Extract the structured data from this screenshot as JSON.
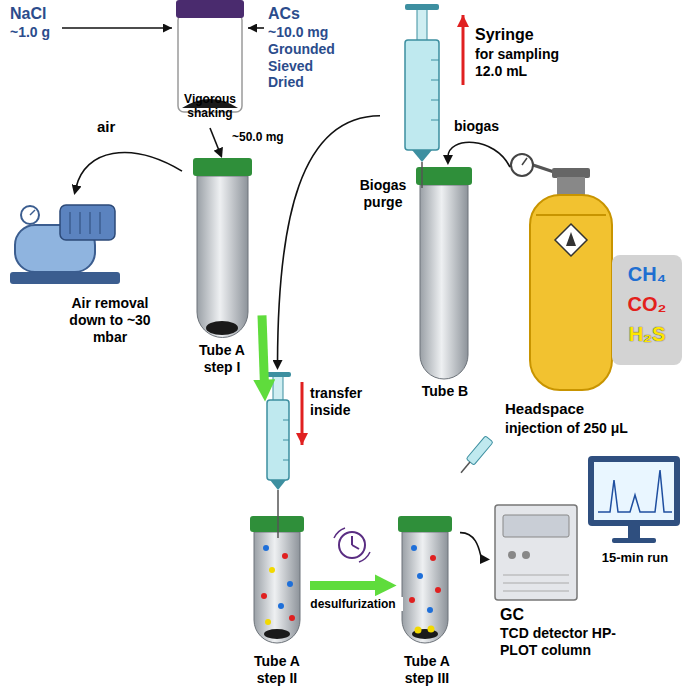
{
  "diagram": {
    "nodes": [
      {
        "text": [
          "Vigorous shaking"
        ]
      },
      {
        "text": [
          "Tube A step I"
        ]
      },
      {
        "text": [
          "Biogas purge",
          "Tube B"
        ]
      },
      {
        "text": [
          "Syringe",
          "for sampling 12.0 mL"
        ]
      },
      {
        "text": [
          "CH₄",
          "CO₂",
          "H₂S"
        ]
      },
      {
        "text": [
          "Air removal down to ~30 mbar"
        ]
      },
      {
        "text": [
          "transfer inside"
        ]
      },
      {
        "text": [
          "Tube A step II"
        ]
      },
      {
        "text": [
          "Tube A step III"
        ]
      },
      {
        "text": [
          "GC",
          "TCD detector HP-PLOT column"
        ]
      }
    ],
    "edges": [
      {
        "from": 0,
        "to": 1,
        "label": "~50.0 mg",
        "arrow": "to"
      },
      {
        "from": 1,
        "to": 5,
        "label": "air",
        "arrow": "to"
      },
      {
        "from": 4,
        "to": 2,
        "label": "biogas",
        "arrow": "to"
      },
      {
        "from": 3,
        "to": 6,
        "arrow": "to"
      },
      {
        "from": 1,
        "to": 6,
        "arrow": "to"
      },
      {
        "from": 7,
        "to": 8,
        "label": "desulfurization",
        "arrow": "to"
      },
      {
        "from": 8,
        "to": 9,
        "arrow": "to"
      }
    ],
    "labels": [
      "NaCl",
      "~1.0 g",
      "ACs",
      "~10.0 mg Grounded Sieved Dried",
      "Headspace",
      "injection of 250 μL",
      "15-min run"
    ]
  }
}
